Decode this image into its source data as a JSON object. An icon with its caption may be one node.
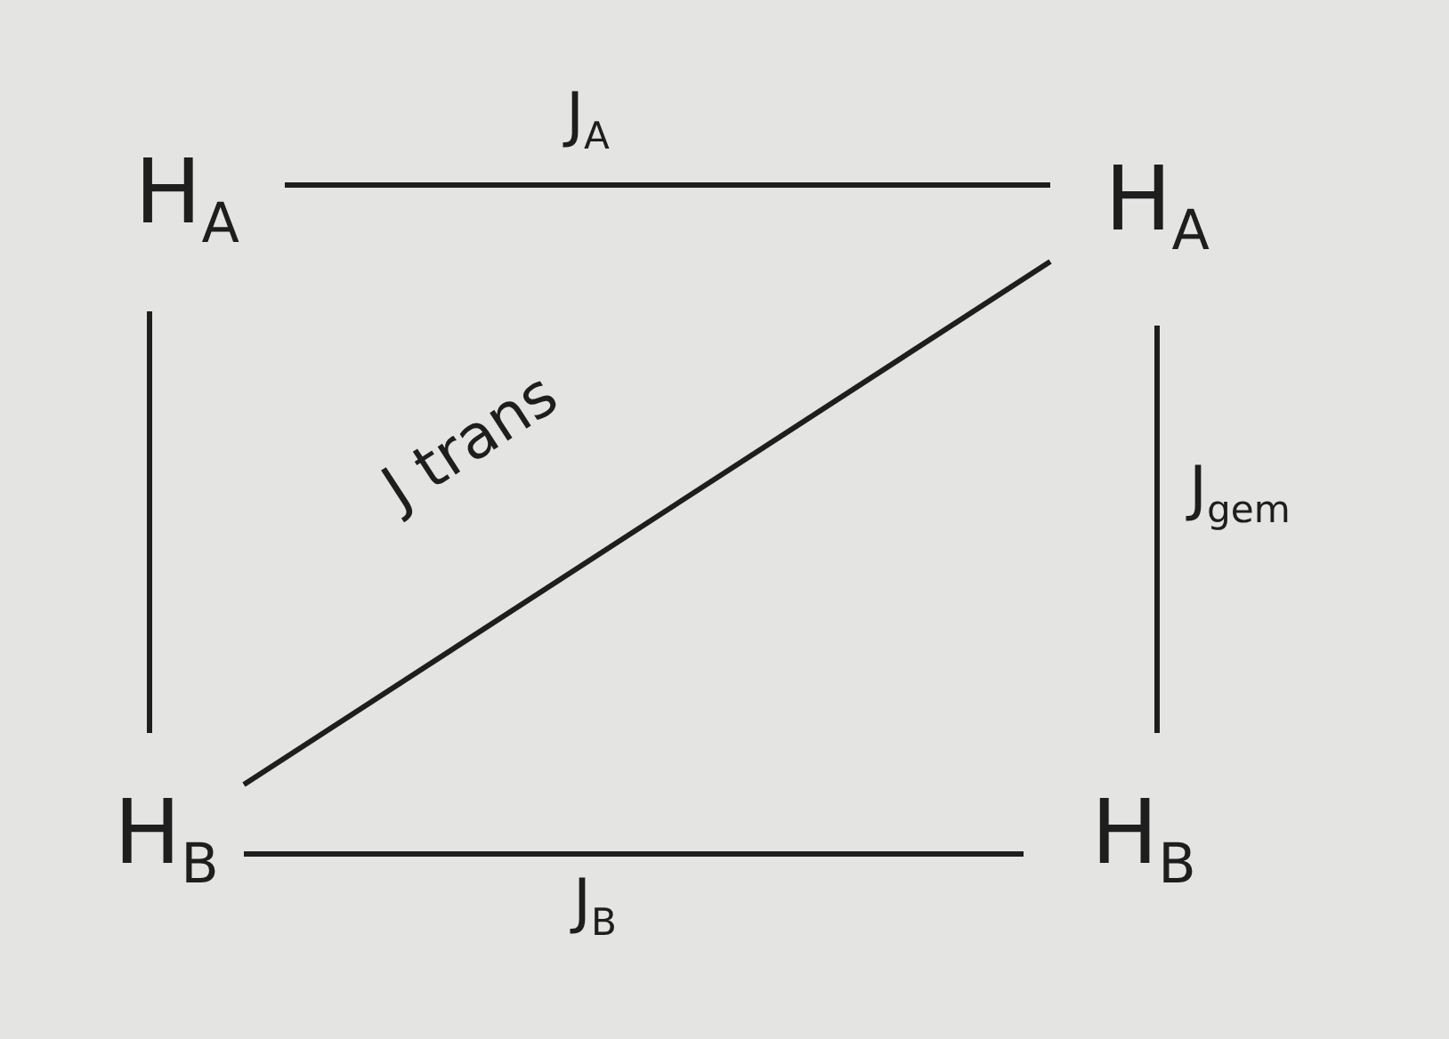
{
  "diagram": {
    "nodes": [
      {
        "text": [
          "H$_{A}$"
        ]
      },
      {
        "text": [
          "H$_{A}$"
        ]
      },
      {
        "text": [
          "H$_{B}$"
        ]
      },
      {
        "text": [
          "H$_{B}$"
        ]
      }
    ],
    "edges": [
      {
        "from": 0,
        "to": 1,
        "arrow": "none",
        "label": "J$_{A}$"
      },
      {
        "from": 0,
        "to": 2,
        "arrow": "none"
      },
      {
        "from": 1,
        "to": 2,
        "arrow": "none",
        "label": "J trans"
      },
      {
        "from": 1,
        "to": 3,
        "arrow": "none",
        "label": "J$_{gem}$"
      },
      {
        "from": 2,
        "to": 3,
        "arrow": "none",
        "label": "J$_{B}$"
      }
    ]
  }
}
